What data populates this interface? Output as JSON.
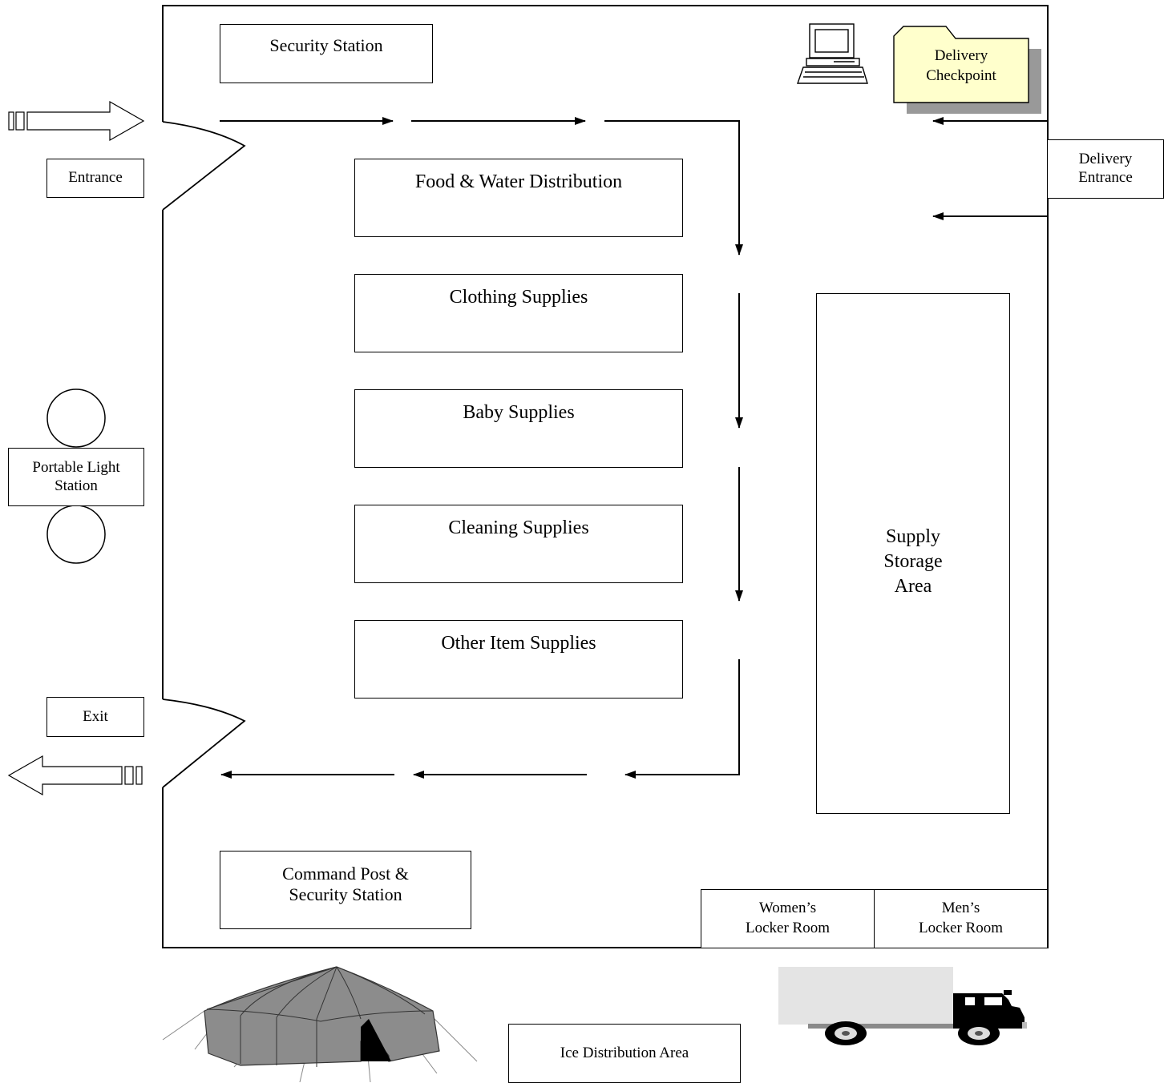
{
  "floor_plan": {
    "security_station": "Security Station",
    "entrance": "Entrance",
    "exit": "Exit",
    "delivery_checkpoint": "Delivery\nCheckpoint",
    "delivery_entrance": "Delivery\nEntrance",
    "portable_light_station": "Portable Light\nStation",
    "distribution_stations": [
      "Food & Water Distribution",
      "Clothing Supplies",
      "Baby Supplies",
      "Cleaning Supplies",
      "Other Item Supplies"
    ],
    "supply_storage": "Supply\nStorage\nArea",
    "command_post": "Command Post &\nSecurity Station",
    "womens_locker": "Women’s\nLocker Room",
    "mens_locker": "Men’s\nLocker Room",
    "ice_distribution": "Ice Distribution Area"
  },
  "icons": [
    "computer-icon",
    "folder-icon",
    "tent-icon",
    "truck-icon",
    "light-icon",
    "door-icon",
    "arrow-icon"
  ],
  "colors": {
    "folder_fill": "#ffffcc",
    "folder_shadow": "#999999",
    "tent_fill": "#8c8c8c",
    "truck_cargo": "#e4e4e4"
  }
}
